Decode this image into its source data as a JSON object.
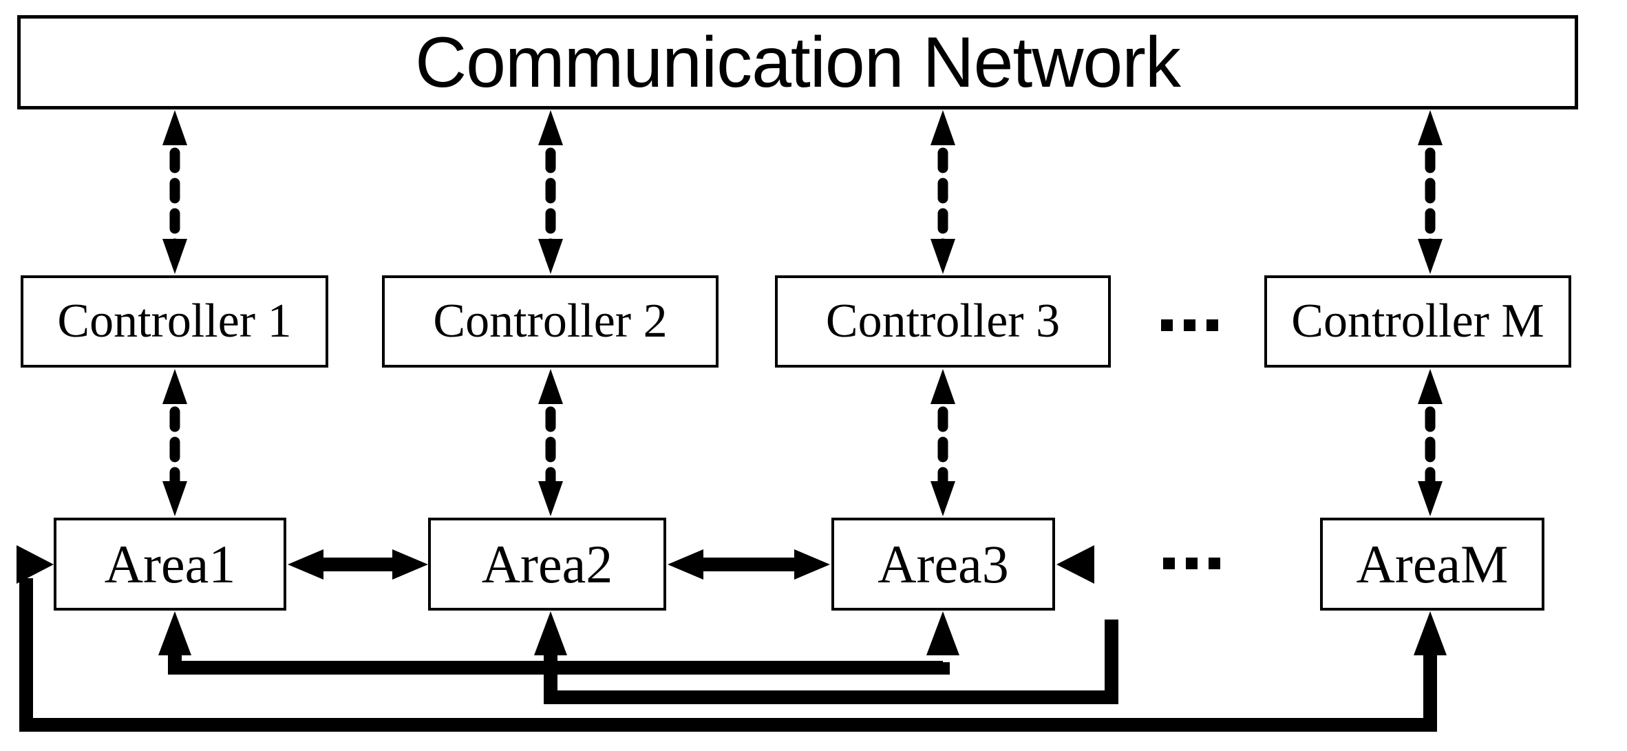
{
  "diagram": {
    "title": "Communication Network",
    "network_layer": {
      "label": "Communication Network"
    },
    "controller_layer": {
      "boxes": [
        {
          "label": "Controller 1"
        },
        {
          "label": "Controller 2"
        },
        {
          "label": "Controller 3"
        },
        {
          "label": "Controller M"
        }
      ],
      "ellipsis": "▪ ▪ ▪"
    },
    "area_layer": {
      "boxes": [
        {
          "label": "Area1"
        },
        {
          "label": "Area2"
        },
        {
          "label": "Area3"
        },
        {
          "label": "AreaM"
        }
      ],
      "ellipsis": "▪ ▪ ▪"
    },
    "colors": {
      "stroke": "#000000",
      "fill": "#ffffff",
      "background": "#ffffff"
    },
    "connections": {
      "network_to_controller": "bidirectional-dashed",
      "controller_to_area": "bidirectional-dashed",
      "area_to_area": "bidirectional-solid",
      "feedback": "solid-routed"
    }
  }
}
